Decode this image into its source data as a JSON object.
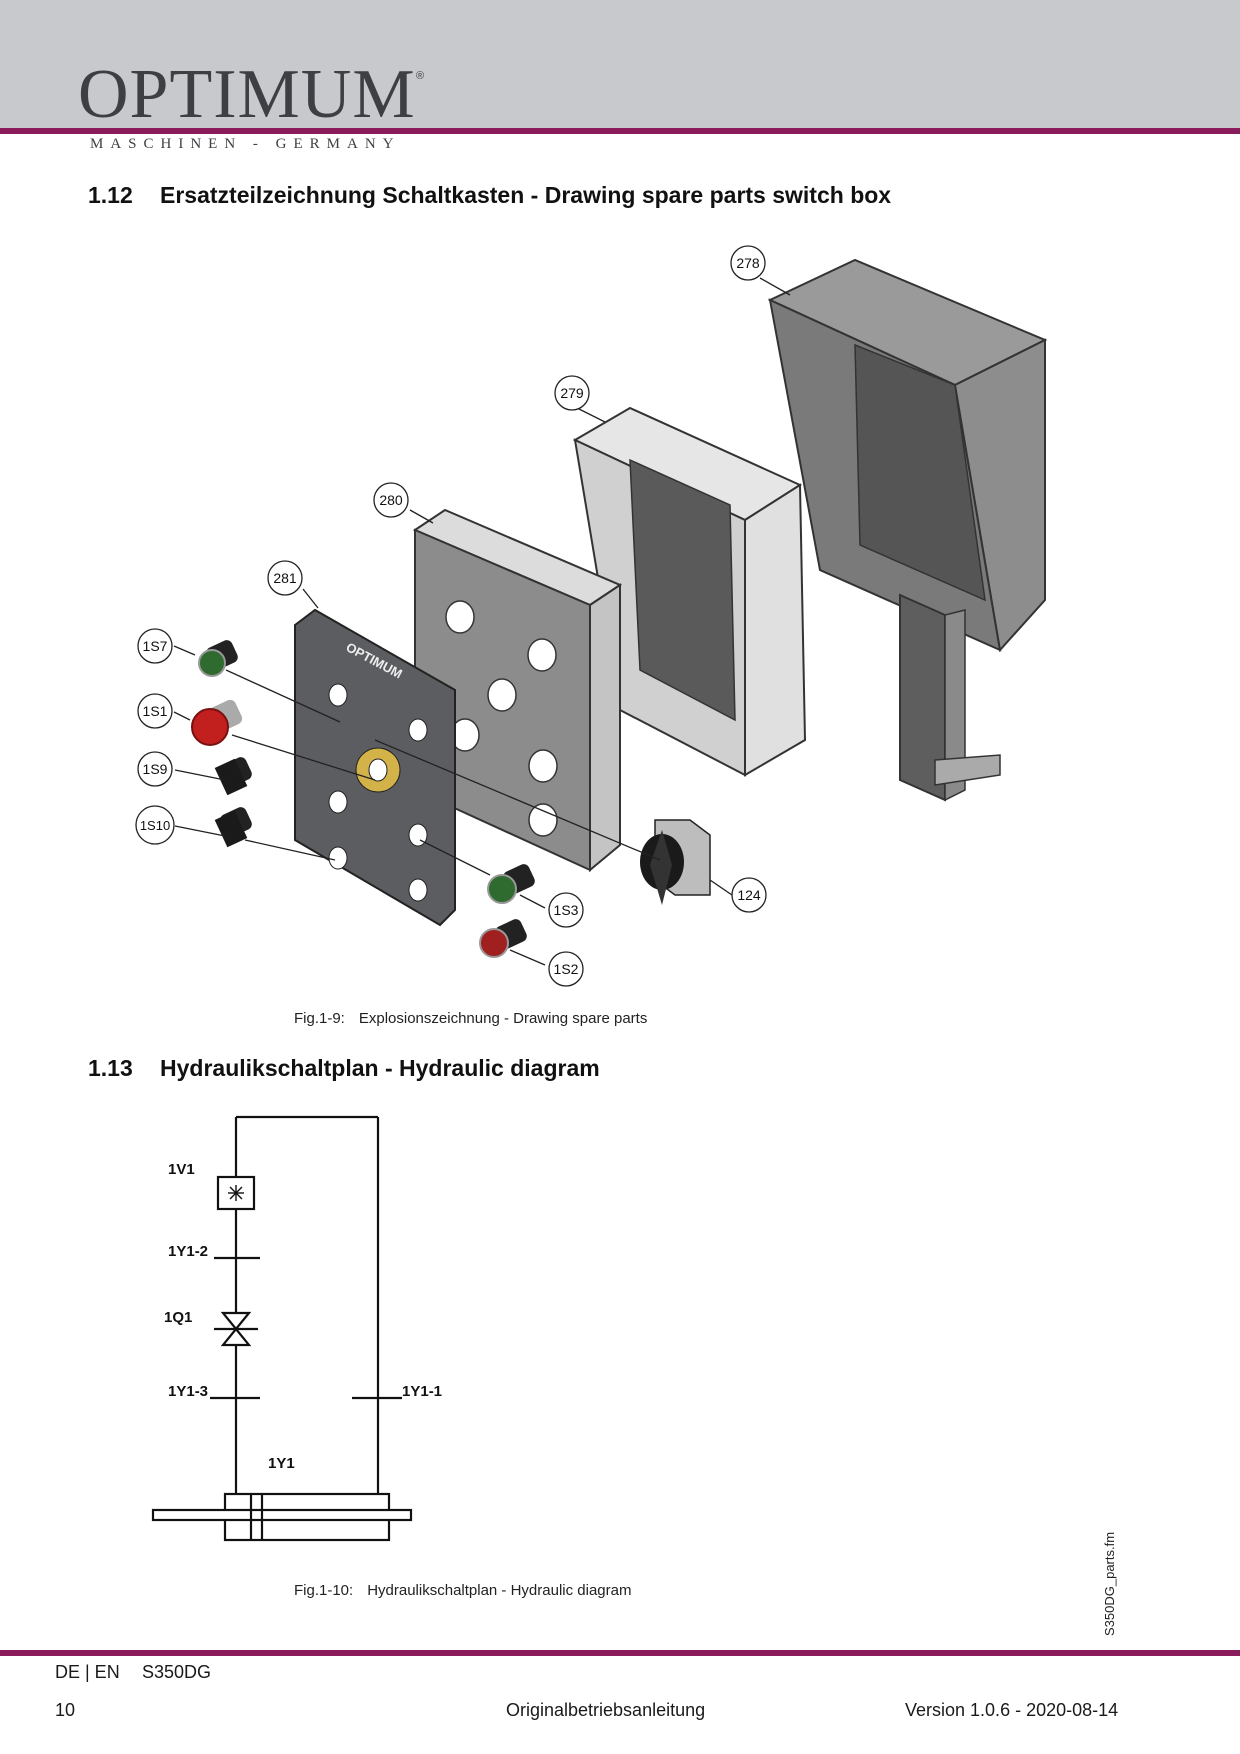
{
  "header": {
    "brand": "OPTIMUM",
    "registered_mark": "®",
    "subline": "MASCHINEN - GERMANY"
  },
  "section_1_12": {
    "number": "1.12",
    "title": "Ersatzteilzeichnung Schaltkasten - Drawing spare parts switch box",
    "figure": {
      "panel_brand": "OPTIMUM",
      "callouts": [
        "278",
        "279",
        "280",
        "281",
        "1S7",
        "1S1",
        "1S9",
        "1S10",
        "1S3",
        "1S2",
        "124"
      ]
    },
    "caption_number": "Fig.1-9:",
    "caption_text": "Explosionszeichnung - Drawing spare parts"
  },
  "section_1_13": {
    "number": "1.13",
    "title": "Hydraulikschaltplan - Hydraulic diagram",
    "diagram_labels": {
      "top_valve": "1V1",
      "port_upper": "1Y1-2",
      "valve": "1Q1",
      "port_left": "1Y1-3",
      "port_right": "1Y1-1",
      "cylinder": "1Y1"
    },
    "caption_number": "Fig.1-10:",
    "caption_text": "Hydraulikschaltplan - Hydraulic diagram"
  },
  "side_note": "S350DG_parts.fm",
  "footer": {
    "languages": "DE | EN",
    "model": "S350DG",
    "page_number": "10",
    "document_type": "Originalbetriebsanleitung",
    "version": "Version 1.0.6 - 2020-08-14"
  },
  "colors": {
    "accent_rule": "#8a1c5c",
    "header_band": "#c8c9cc",
    "logo": "#3d3f44"
  }
}
